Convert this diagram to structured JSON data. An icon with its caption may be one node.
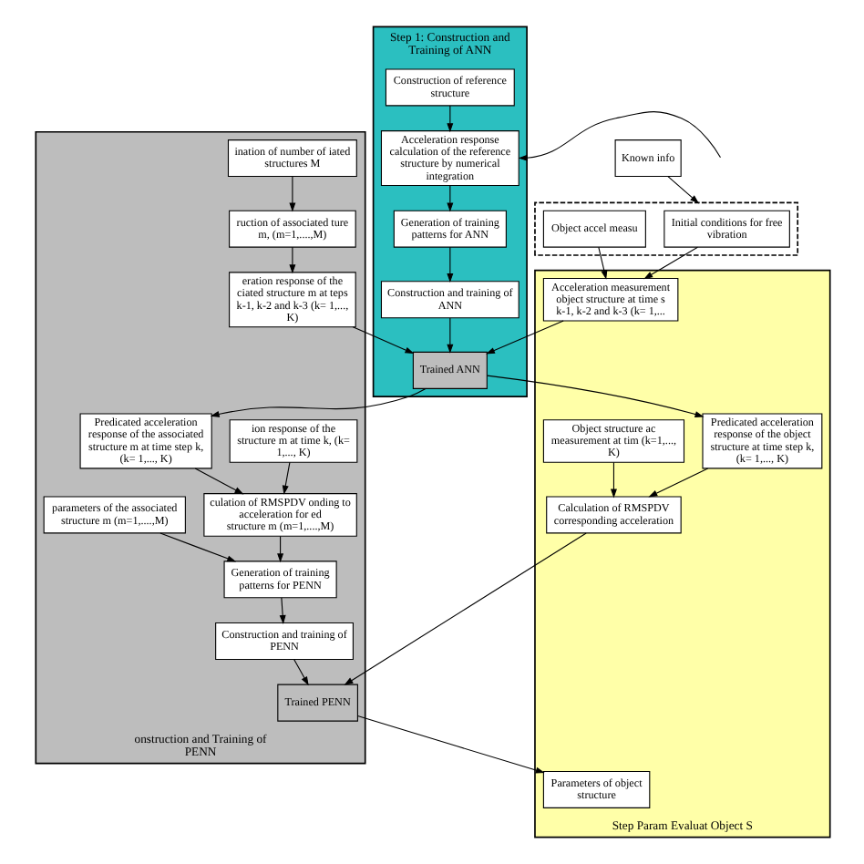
{
  "diagram": {
    "nodes": [
      {
        "text": [
          "Step 1: Construction and Training of ANN"
        ]
      },
      {
        "text": [
          "Construction of reference structure"
        ],
        "in": 0
      },
      {
        "text": [
          "Acceleration response calculation of the reference structure by numerical integration"
        ],
        "in": 0
      },
      {
        "text": [
          "Generation of training patterns for ANN"
        ],
        "in": 0
      },
      {
        "text": [
          "Construction and training of ANN"
        ],
        "in": 0
      },
      {
        "text": [
          "Trained ANN"
        ],
        "in": 0
      },
      {
        "text": [
          "onstruction and Training of PENN"
        ]
      },
      {
        "text": [
          "ination of number of iated structures M"
        ],
        "in": 6
      },
      {
        "text": [
          "ruction of associated ture m, (m=1,....,M)"
        ],
        "in": 6
      },
      {
        "text": [
          "eration response of the ciated structure m at teps k-1, k-2 and k-3 (k= 1,..., K)"
        ],
        "in": 6
      },
      {
        "text": [
          "ion response of the structure m at time k, (k= 1,..., K)"
        ],
        "in": 6
      },
      {
        "text": [
          "Predicated acceleration response of the associated structure m at time step k, (k= 1,..., K)"
        ],
        "in": 6
      },
      {
        "text": [
          "culation of RMSPDV onding to acceleration for ed structure m (m=1,....,M)"
        ],
        "in": 6
      },
      {
        "text": [
          "parameters of the associated structure m (m=1,....,M)"
        ],
        "in": 6
      },
      {
        "text": [
          "Generation of training patterns for PENN"
        ],
        "in": 6
      },
      {
        "text": [
          "Construction and training of PENN"
        ],
        "in": 6
      },
      {
        "text": [
          "Trained PENN"
        ],
        "in": 6
      },
      {
        "text": [
          "Step Param Evaluat Object S"
        ]
      },
      {
        "text": [
          "Acceleration measurement object structure at time s k-1, k-2 and k-3 (k= 1,..."
        ],
        "in": 17
      },
      {
        "text": [
          "Predicated acceleration response of the object structure at time step k, (k= 1,..., K)"
        ],
        "in": 17
      },
      {
        "text": [
          "Object structure ac measurement at tim (k=1,..., K)"
        ],
        "in": 17
      },
      {
        "text": [
          "Calculation of RMSPDV corresponding acceleration"
        ],
        "in": 17
      },
      {
        "text": [
          "Parameters of object structure"
        ],
        "in": 17
      },
      {
        "text": [
          "Known info"
        ]
      },
      {
        "text": [],
        "shape": "box"
      },
      {
        "text": [
          "Initial conditions for free vibration"
        ],
        "in": 24
      },
      {
        "text": [
          "Object accel measu"
        ],
        "in": 24
      }
    ],
    "edges": [
      {
        "from": 1,
        "to": 2,
        "arrow": "to"
      },
      {
        "from": 2,
        "to": 3,
        "arrow": "to"
      },
      {
        "from": 3,
        "to": 4,
        "arrow": "to"
      },
      {
        "from": 4,
        "to": 5,
        "arrow": "to"
      },
      {
        "from": null,
        "to": 2,
        "arrow": "to"
      },
      {
        "from": 23,
        "to": 24,
        "arrow": "to"
      },
      {
        "from": 25,
        "to": 18,
        "arrow": "to"
      },
      {
        "from": 26,
        "to": 18,
        "arrow": "to"
      },
      {
        "from": 18,
        "to": 5,
        "arrow": "to"
      },
      {
        "from": 9,
        "to": 5,
        "arrow": "to"
      },
      {
        "from": 7,
        "to": 8,
        "arrow": "to"
      },
      {
        "from": 8,
        "to": 9,
        "arrow": "to"
      },
      {
        "from": 5,
        "to": 11,
        "arrow": "to"
      },
      {
        "from": 5,
        "to": 19,
        "arrow": "to"
      },
      {
        "from": 10,
        "to": 12,
        "arrow": "to"
      },
      {
        "from": 11,
        "to": 12,
        "arrow": "to"
      },
      {
        "from": 12,
        "to": 14,
        "arrow": "to"
      },
      {
        "from": 13,
        "to": 14,
        "arrow": "to"
      },
      {
        "from": 14,
        "to": 15,
        "arrow": "to"
      },
      {
        "from": 15,
        "to": 16,
        "arrow": "to"
      },
      {
        "from": 19,
        "to": 21,
        "arrow": "to"
      },
      {
        "from": 20,
        "to": 21,
        "arrow": "to"
      },
      {
        "from": 21,
        "to": 16,
        "arrow": "to"
      },
      {
        "from": 16,
        "to": 22,
        "arrow": "to"
      }
    ]
  }
}
